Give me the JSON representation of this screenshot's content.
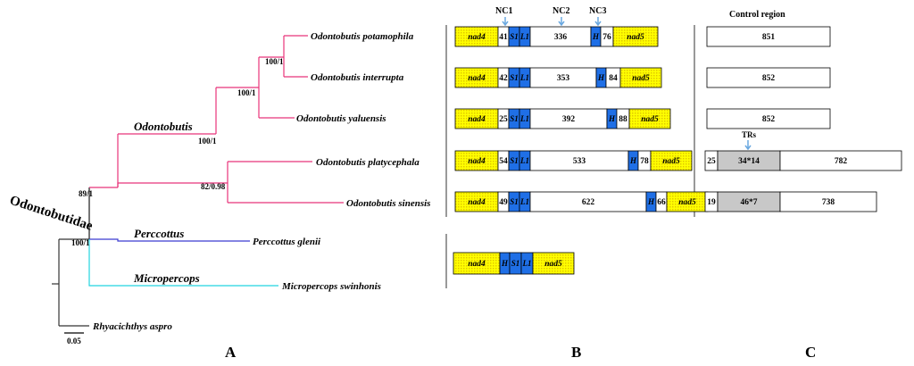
{
  "panel_labels": [
    "A",
    "B",
    "C"
  ],
  "colors": {
    "odontobutis_branch": "#e8347a",
    "perccottus_branch": "#3a3ad0",
    "micropercops_branch": "#22d4e0",
    "root_branch": "#333333",
    "gene_fill": "#ffff00",
    "trna_fill": "#1f6fe6",
    "repeat_fill": "#c8c8c8",
    "arrow_color": "#6aa8e0"
  },
  "tree": {
    "family": "Odontobutidae",
    "genera": [
      "Odontobutis",
      "Perccottus",
      "Micropercops"
    ],
    "species": [
      "Odontobutis potamophila",
      "Odontobutis interrupta",
      "Odontobutis yaluensis",
      "Odontobutis platycephala",
      "Odontobutis sinensis",
      "Perccottus glenii",
      "Micropercops swinhonis",
      "Rhyacichthys aspro"
    ],
    "support": [
      "100/1",
      "100/1",
      "100/1",
      "82/0.98",
      "89/1",
      "100/1"
    ],
    "scale_label": "0.05"
  },
  "panel_b": {
    "nc_labels": [
      "NC1",
      "NC2",
      "NC3"
    ],
    "gene_left": "nad4",
    "gene_right": "nad5",
    "trna_h": "H",
    "trna_s1": "S1",
    "trna_l1": "L1",
    "rows": [
      {
        "nc1": "41",
        "nc2": "336",
        "nc3": "76"
      },
      {
        "nc1": "42",
        "nc2": "353",
        "nc3": "84"
      },
      {
        "nc1": "25",
        "nc2": "392",
        "nc3": "88"
      },
      {
        "nc1": "54",
        "nc2": "533",
        "nc3": "78"
      },
      {
        "nc1": "49",
        "nc2": "622",
        "nc3": "66"
      }
    ]
  },
  "panel_c": {
    "title": "Control region",
    "trs_label": "TRs",
    "rows": [
      {
        "total": "851"
      },
      {
        "total": "852"
      },
      {
        "total": "852"
      },
      {
        "pre": "25",
        "repeat": "34*14",
        "post": "782"
      },
      {
        "pre": "19",
        "repeat": "46*7",
        "post": "738"
      }
    ]
  }
}
